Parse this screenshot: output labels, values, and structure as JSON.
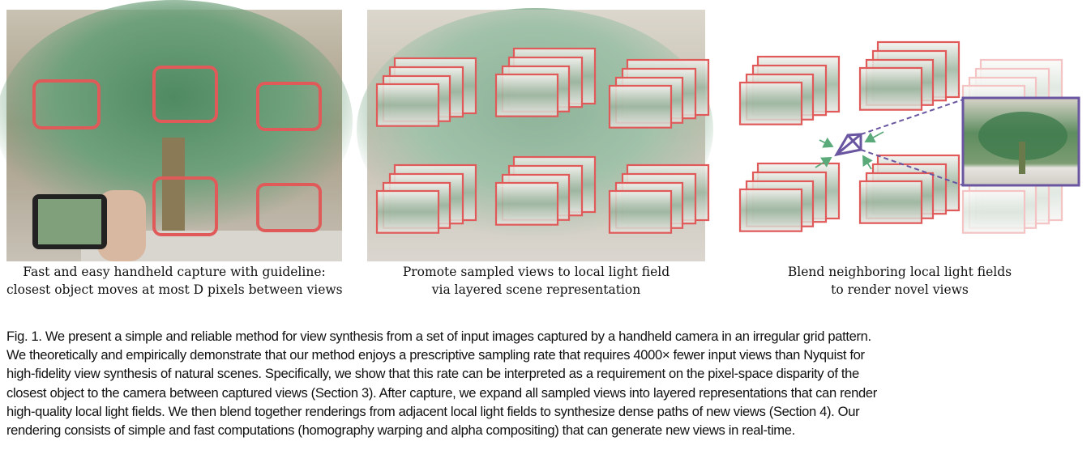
{
  "panels": [
    {
      "caption_lines": [
        "Fast and easy handheld capture with guideline:",
        "closest object moves at most D pixels between views"
      ]
    },
    {
      "caption_lines": [
        "Promote sampled views to local light field",
        "via layered scene representation"
      ]
    },
    {
      "caption_lines": [
        "Blend neighboring local light fields",
        "to render novel views"
      ]
    }
  ],
  "figure_caption": {
    "lines": [
      "Fig. 1.  We present a simple and reliable method for view synthesis from a set of input images captured by a handheld camera in an irregular grid pattern.",
      "We theoretically and empirically demonstrate that our method enjoys a prescriptive sampling rate that requires 4000× fewer input views than Nyquist for",
      "high-fidelity view synthesis of natural scenes. Specifically, we show that this rate can be interpreted as a requirement on the pixel-space disparity of the",
      "closest object to the camera between captured views (Section 3). After capture, we expand all sampled views into layered representations that can render",
      "high-quality local light fields. We then blend together renderings from adjacent local light fields to synthesize dense paths of new views (Section 4). Our",
      "rendering consists of simple and fast computations (homography warping and alpha compositing) that can generate new views in real-time."
    ]
  },
  "colors": {
    "frame_red": "#e05a5a",
    "camera_purple": "#6a56a0",
    "arrow_green": "#5aaa7a"
  }
}
